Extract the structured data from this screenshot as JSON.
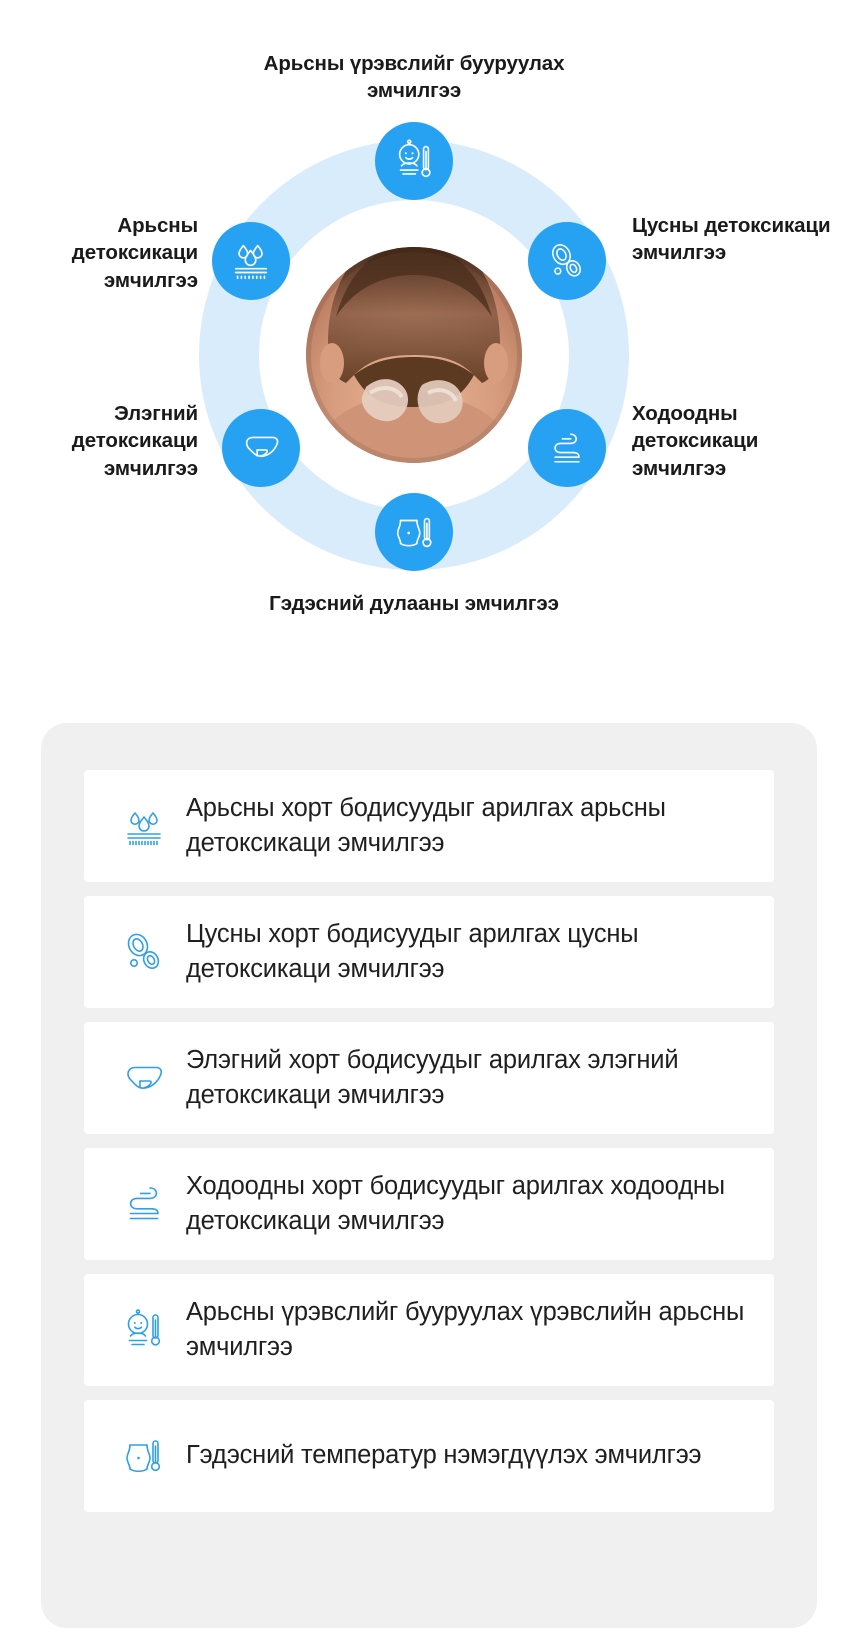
{
  "diagram": {
    "labels": {
      "top": "Арьсны үрэвслийг бууруулах эмчилгээ",
      "top_left": "Арьсны детоксикаци эмчилгээ",
      "top_right": "Цусны детоксикаци эмчилгээ",
      "bottom_left": "Элэгний детоксикаци эмчилгээ",
      "bottom_right": "Ходоодны детоксикаци эмчилгээ",
      "bottom": "Гэдэсний дулааны эмчилгээ"
    },
    "icons": {
      "top": "baby-thermometer-icon",
      "top_left": "skin-droplets-icon",
      "top_right": "blood-cells-icon",
      "bottom_left": "liver-icon",
      "bottom_right": "intestine-icon",
      "bottom": "abdomen-thermometer-icon"
    },
    "center_image": "scalp-psoriasis-photo",
    "colors": {
      "badge": "#27a2f2",
      "ring_outer": "#d9ecfb",
      "ring_inner": "#ffffff"
    }
  },
  "list": {
    "items": [
      {
        "icon": "skin-droplets-icon",
        "text": "Арьсны хорт бодисуудыг арилгах арьсны детоксикаци эмчилгээ"
      },
      {
        "icon": "blood-cells-icon",
        "text": "Цусны хорт бодисуудыг арилгах цусны детоксикаци эмчилгээ"
      },
      {
        "icon": "liver-icon",
        "text": "Элэгний хорт бодисуудыг арилгах элэгний детоксикаци эмчилгээ"
      },
      {
        "icon": "intestine-icon",
        "text": "Ходоодны хорт бодисуудыг арилгах ходоодны детоксикаци эмчилгээ"
      },
      {
        "icon": "baby-thermometer-icon",
        "text": "Арьсны үрэвслийг бууруулах үрэвслийн арьсны эмчилгээ"
      },
      {
        "icon": "abdomen-thermometer-icon",
        "text": "Гэдэсний температур нэмэгдүүлэх эмчилгээ"
      }
    ],
    "colors": {
      "card_bg": "#f0f0f0",
      "row_bg": "#ffffff",
      "icon": "#2f9fe8",
      "text": "#1f1f1f"
    }
  }
}
